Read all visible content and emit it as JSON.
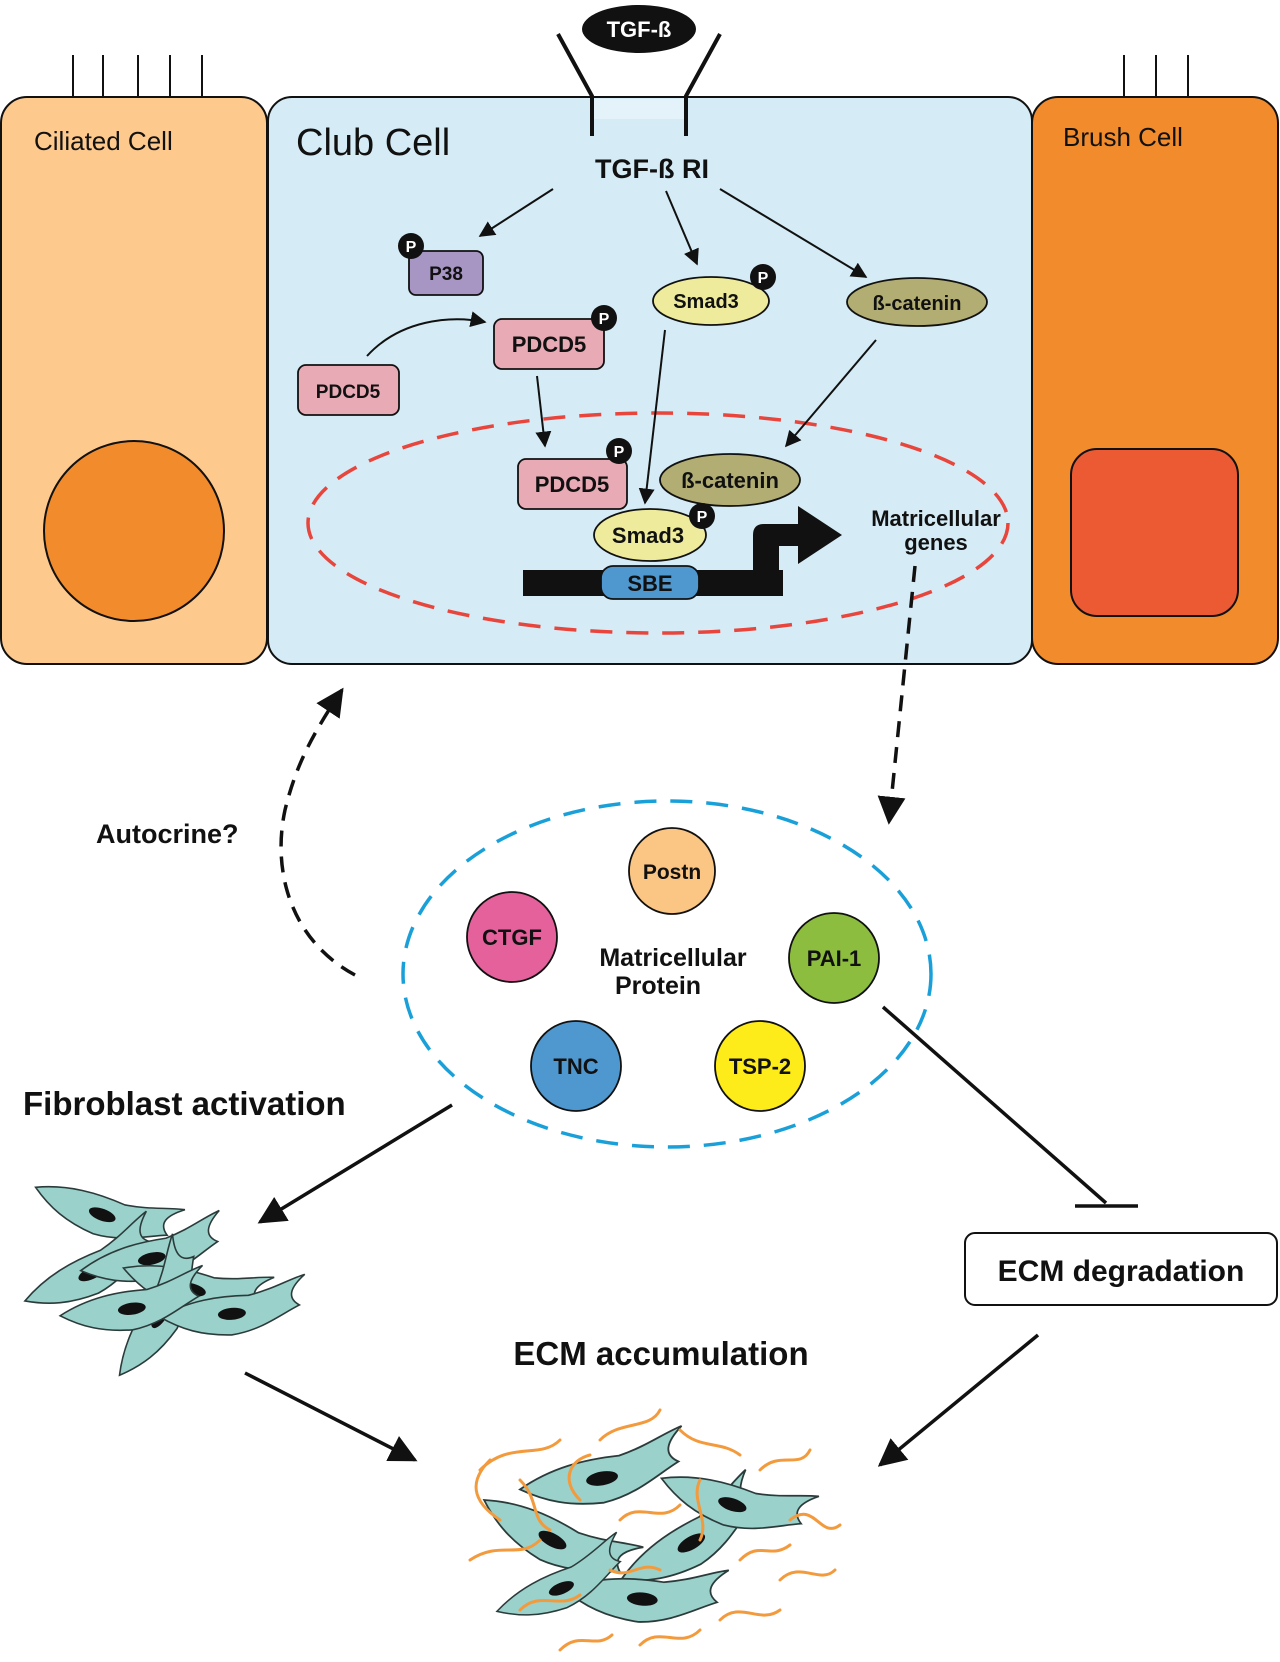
{
  "ligand": "TGF-ß",
  "cells": {
    "ciliated": "Ciliated Cell",
    "club": "Club Cell",
    "brush": "Brush Cell"
  },
  "receptor": "TGF-ß RI",
  "phospho_mark": "P",
  "proteins": {
    "p38": "P38",
    "pdcd5_cyto": "PDCD5",
    "pdcd5_phos": "PDCD5",
    "pdcd5_nuc": "PDCD5",
    "smad3_cyto": "Smad3",
    "smad3_nuc": "Smad3",
    "bcat_cyto": "ß-catenin",
    "bcat_nuc": "ß-catenin",
    "sbe": "SBE"
  },
  "genes_line1": "Matricellular",
  "genes_line2": "genes",
  "autocrine": "Autocrine?",
  "matricellular": {
    "line1": "Matricellular",
    "line2": "Protein",
    "items": {
      "postn": "Postn",
      "ctgf": "CTGF",
      "pai1": "PAI-1",
      "tnc": "TNC",
      "tsp2": "TSP-2"
    }
  },
  "fibroblast_activation": "Fibroblast activation",
  "ecm_degradation": "ECM degradation",
  "ecm_accumulation": "ECM accumulation",
  "colors": {
    "ciliated_fill": "#fdc98d",
    "ciliated_nucleus": "#f18b2c",
    "club_fill": "#d5ebf5",
    "brush_fill": "#f18b2c",
    "brush_nucleus": "#ec5a33",
    "nucleus_border": "#e8453c",
    "vesicle_border": "#1aa0d8",
    "p38": "#a796c3",
    "pdcd5": "#e8aab5",
    "smad3": "#eeec9c",
    "bcatenin": "#b1ad73",
    "sbe": "#4f98cf",
    "postn": "#fbc584",
    "ctgf": "#e4619b",
    "pai1": "#8cbd3f",
    "tnc": "#4f98cf",
    "tsp2": "#fdeb1a",
    "fibroblast": "#9ad1cb",
    "fiber": "#f39a3d"
  }
}
